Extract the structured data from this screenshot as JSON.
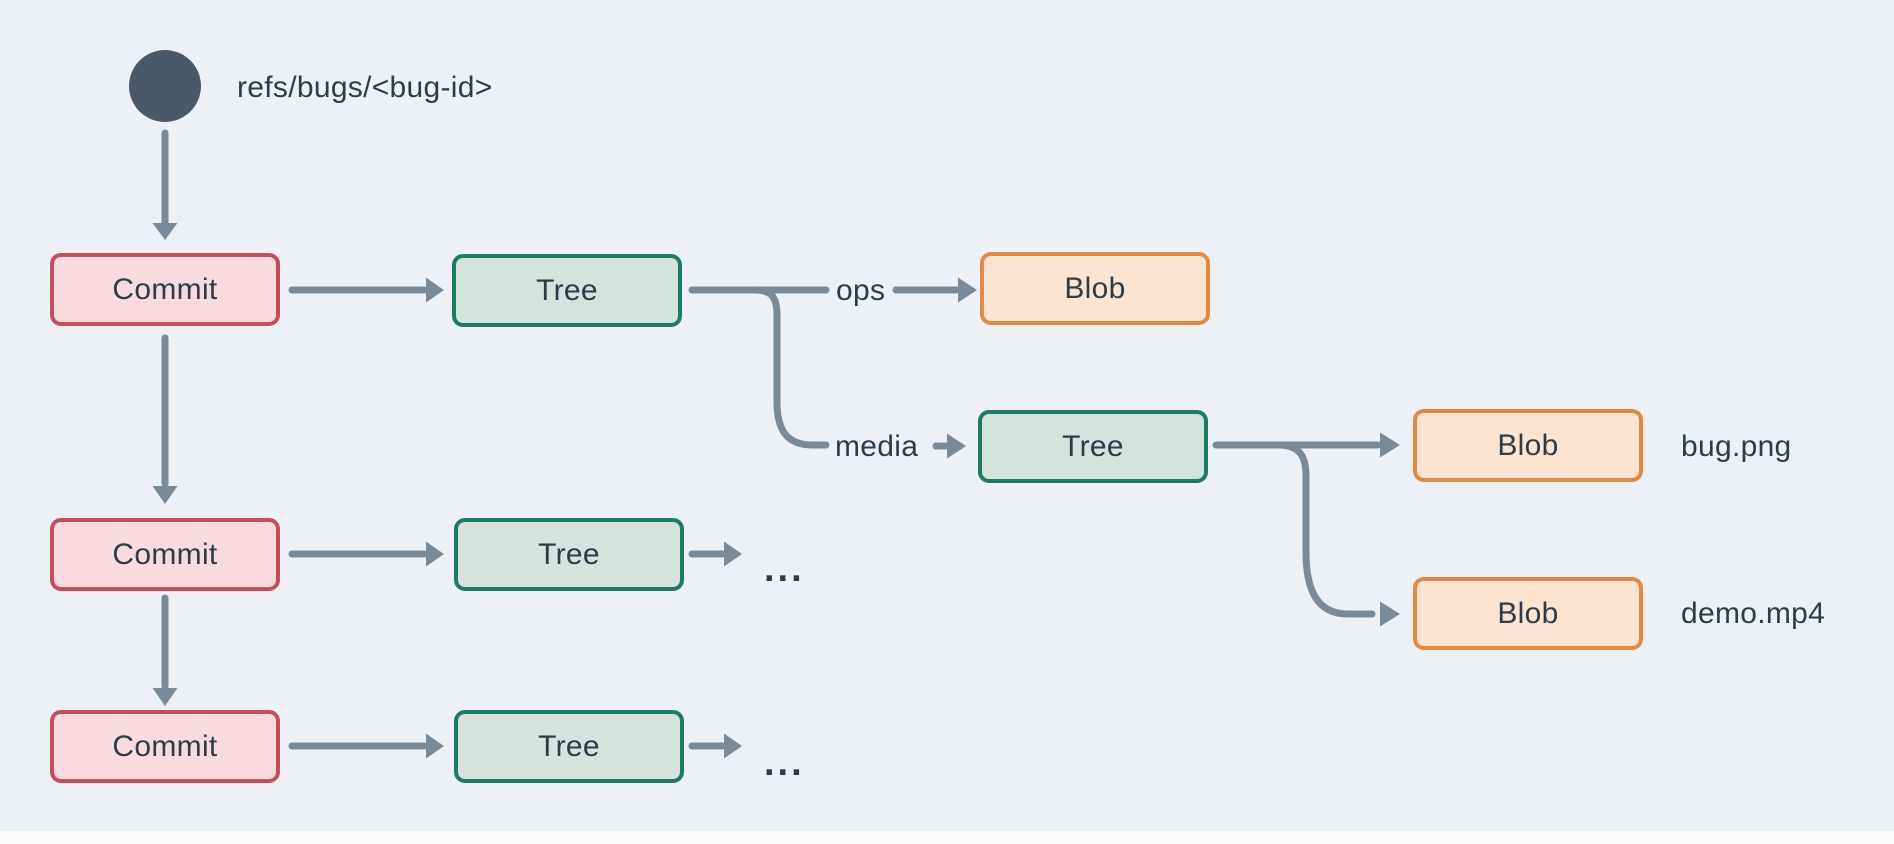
{
  "palette": {
    "bg": "#edf1f5",
    "strip": "#f9fbfc",
    "line": "#7b8a99",
    "ink": "#2d3c4b",
    "circle": "#4a5968",
    "commit_fill": "#f8dbdf",
    "commit_border": "#c64d5c",
    "tree_fill": "#d4e3dc",
    "tree_border": "#1e7a60",
    "blob_fill": "#fbe4d2",
    "blob_border": "#e28a43"
  },
  "ref": {
    "label": "refs/bugs/<bug-id>"
  },
  "nodes": {
    "commit1": "Commit",
    "commit2": "Commit",
    "commit3": "Commit",
    "tree1": "Tree",
    "tree2": "Tree",
    "tree3": "Tree",
    "tree4": "Tree",
    "blob_ops": "Blob",
    "blob_bug": "Blob",
    "blob_demo": "Blob"
  },
  "edge_labels": {
    "ops": "ops",
    "media": "media"
  },
  "file_labels": {
    "bug": "bug.png",
    "demo": "demo.mp4"
  },
  "ellipsis": {
    "row2": "...",
    "row3": "..."
  }
}
